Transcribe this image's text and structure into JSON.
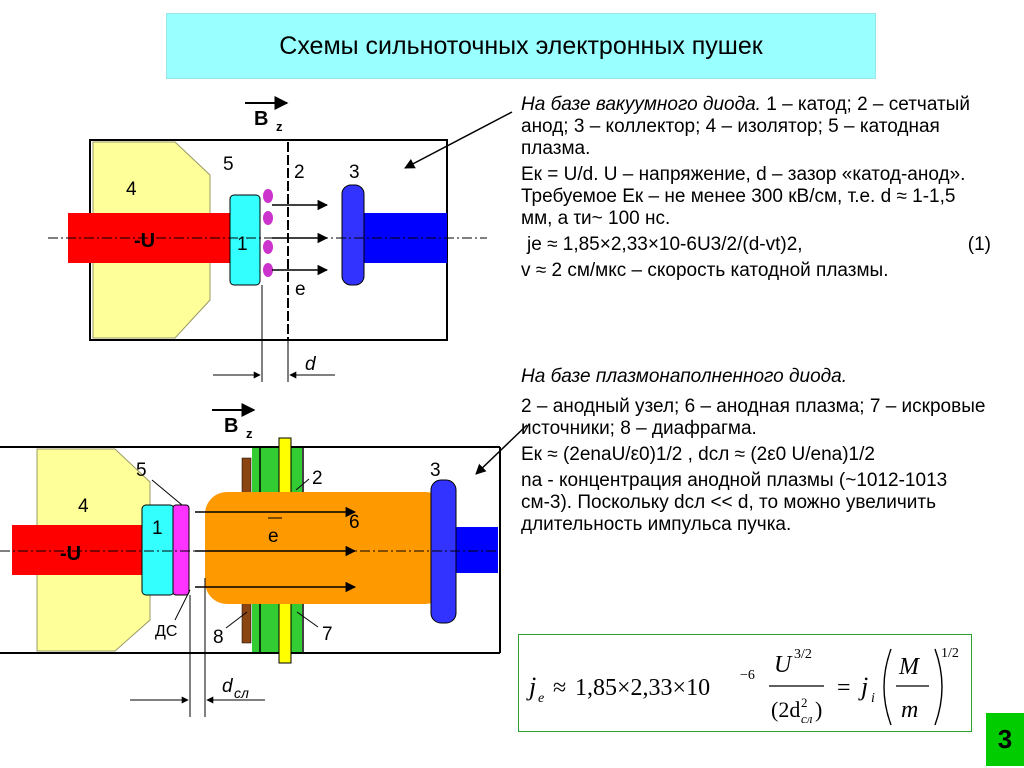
{
  "title": "Схемы сильноточных электронных пушек",
  "diagram1": {
    "field": "B",
    "field_sub": "z",
    "voltage": "-U",
    "label_1": "1",
    "label_2": "2",
    "label_3": "3",
    "label_4": "4",
    "label_5": "5",
    "electron": "e",
    "gap": "d"
  },
  "diagram2": {
    "field": "B",
    "field_sub": "z",
    "voltage": "-U",
    "label_1": "1",
    "label_2": "2",
    "label_3": "3",
    "label_4": "4",
    "label_5": "5",
    "label_6": "6",
    "label_7": "7",
    "label_8": "8",
    "ds": "ДС",
    "electron": "e",
    "gap_main": "d",
    "gap_sub": "сл"
  },
  "text": {
    "p1_title": "На базе вакуумного диода.",
    "p1_rest": " 1 – катод; 2 – сетчатый анод; 3 – коллектор; 4 – изолятор; 5 – катодная плазма.",
    "p2": "Eк = U/d. U – напряжение, d – зазор «катод-анод». Требуемое Eк – не менее 300 кВ/см, т.е. d ≈ 1-1,5 мм, а τи~ 100 нс.",
    "p3": "je ≈ 1,85×2,33×10-6U3/2/(d-vt)2,",
    "p3_num": "(1)",
    "p4": "v ≈ 2 см/мкс – скорость катодной плазмы.",
    "p5_title": "На базе плазмонаполненного диода.",
    "p6": "2 – анодный узел; 6 – анодная плазма; 7 – искровые источники; 8 – диафрагма.",
    "p7": "Eк ≈ (2enaU/ε0)1/2 ,  dсл ≈ (2ε0 U/ena)1/2",
    "p8": "na -  концентрация анодной плазмы (~1012-1013 см-3). Поскольку dсл << d, то можно увеличить длительность импульса пучка."
  },
  "formula": {
    "lhs": "j",
    "lhs_sub": "e",
    "approx": "≈",
    "coef": "1,85×2,33×10",
    "coef_exp": "−6",
    "num_base": "U",
    "num_exp": "3/2",
    "den": "(2d",
    "den_sub": "сл",
    "den_exp": "2",
    "den_close": ")",
    "eq": "=",
    "ji": "j",
    "ji_sub": "i",
    "M": "M",
    "m": "m",
    "outer_exp": "1/2"
  },
  "page_number": "3",
  "colors": {
    "title_bg": "#99ffff",
    "insulator": "#ffff99",
    "cathode_rod": "#ff0000",
    "cathode": "#33ffff",
    "plasma_cathode": "#cc33cc",
    "collector": "#3333ff",
    "anode_plasma": "#ff9900",
    "diaphragm": "#ff33ff",
    "spark": "#33cc33",
    "rod_brown": "#8b4513",
    "rod_yellow": "#ffff00",
    "page_bg": "#00cc00"
  }
}
